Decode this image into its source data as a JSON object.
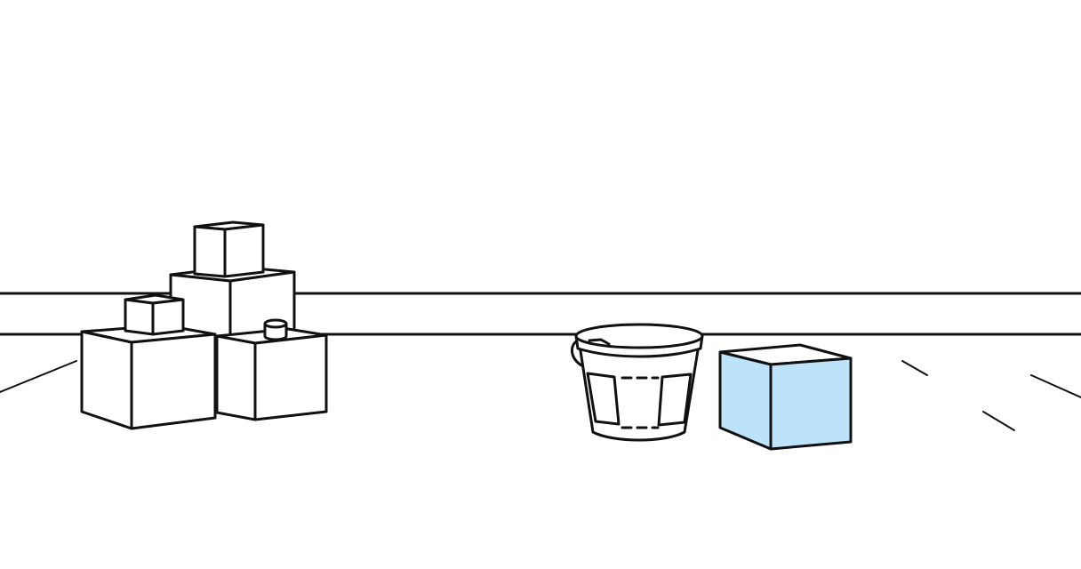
{
  "scene": {
    "background_color": "#ffffff",
    "line_color": "#111111",
    "highlight_color": "#bde3fb",
    "objects": [
      {
        "name": "box-stack",
        "count": 5
      },
      {
        "name": "small-cup-lid",
        "count": 1
      },
      {
        "name": "bucket",
        "count": 1
      },
      {
        "name": "blue-box",
        "count": 1
      }
    ]
  }
}
